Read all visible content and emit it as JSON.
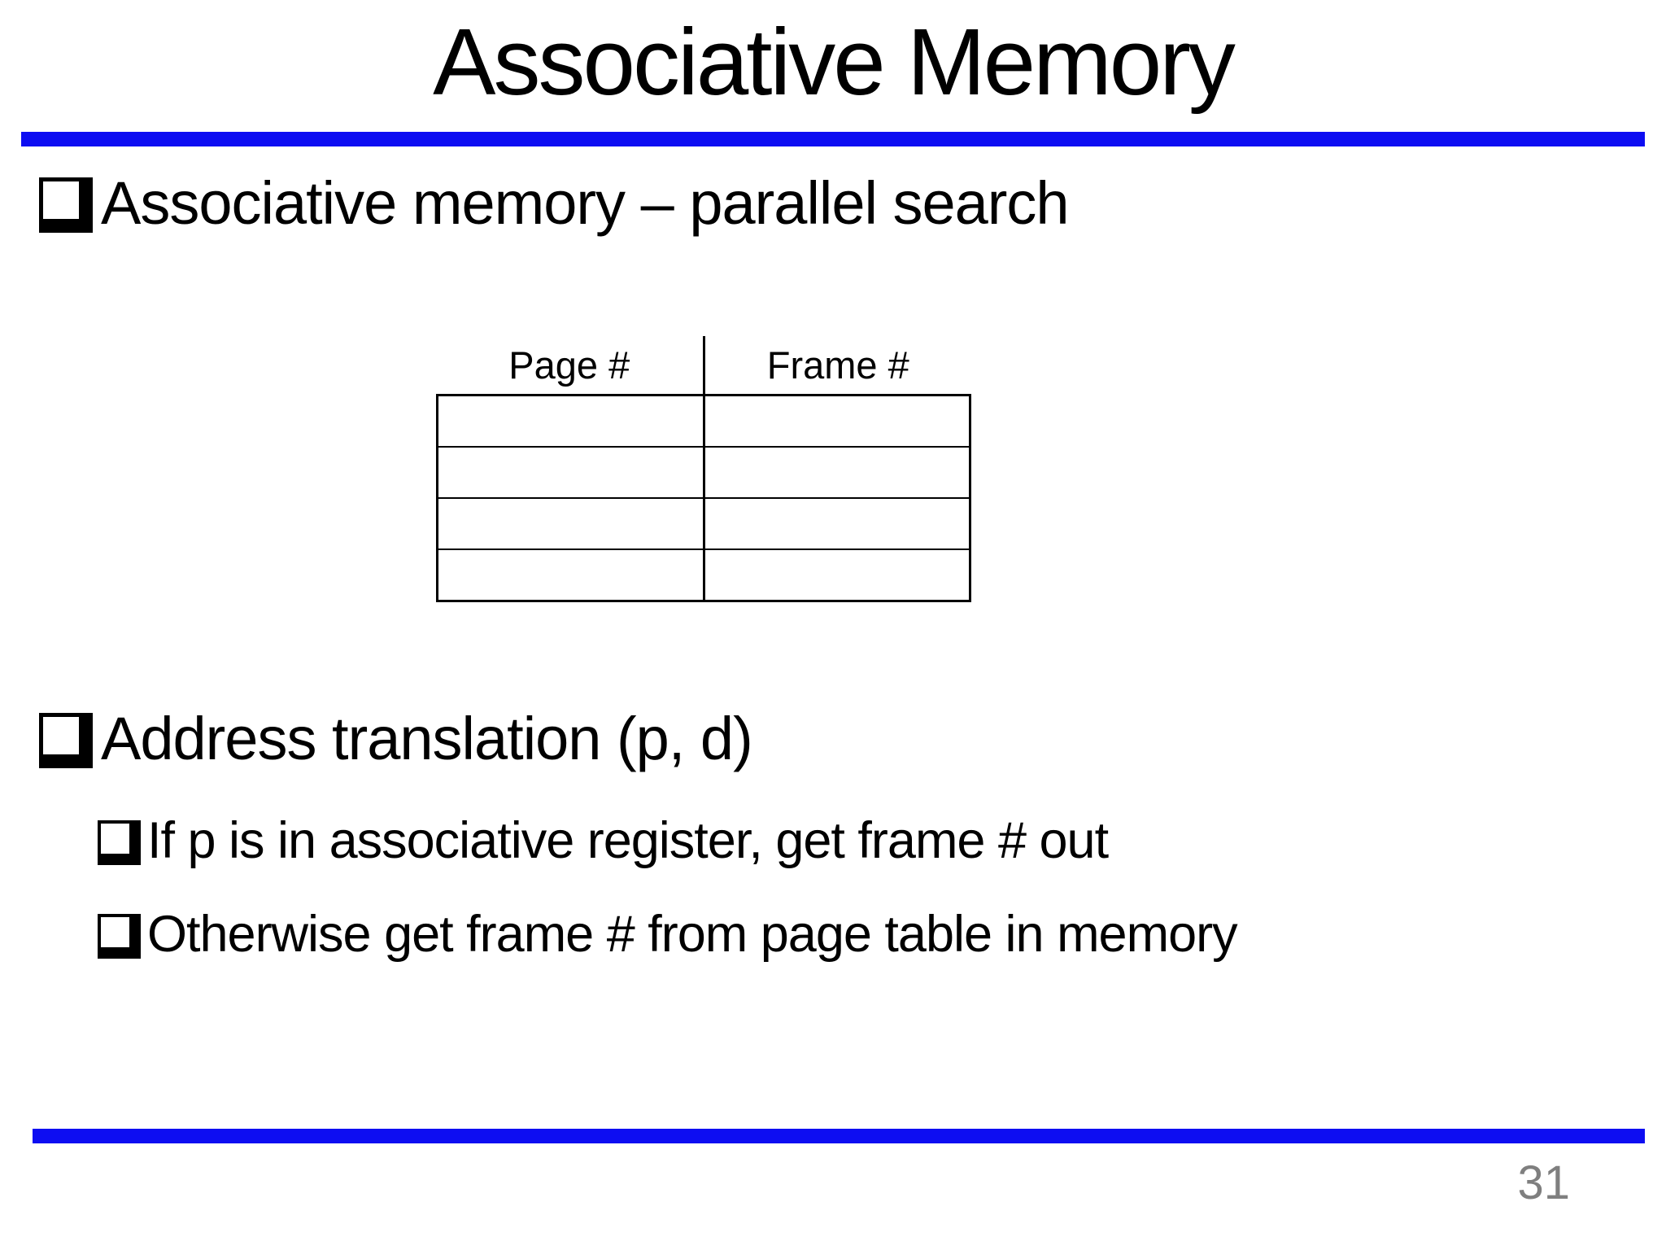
{
  "slide_title": "Associative Memory",
  "page_number": "31",
  "colors": {
    "accent_blue": "#0d0df2",
    "page_number_gray": "#7f7f7f",
    "text_black": "#000000",
    "table_border": "#000000"
  },
  "icons": {
    "bullet_glyph": "❑"
  },
  "content": {
    "bullet1": "Associative memory – parallel search",
    "bullet2": "Address translation (p, d)",
    "bullet2_sub1": "If p is in associative register, get frame # out",
    "bullet2_sub2": "Otherwise get frame # from page table in memory"
  },
  "table": {
    "headers": [
      "Page #",
      "Frame #"
    ],
    "rows": [
      [
        "",
        ""
      ],
      [
        "",
        ""
      ],
      [
        "",
        ""
      ],
      [
        "",
        ""
      ]
    ]
  }
}
